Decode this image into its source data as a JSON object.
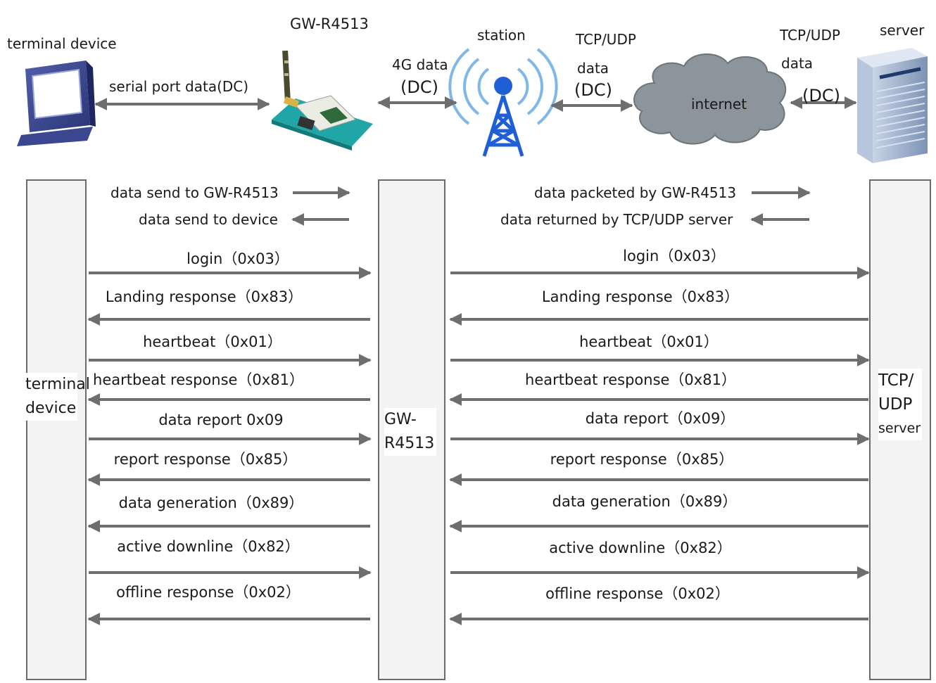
{
  "top": {
    "terminal_label": "terminal device",
    "device_label": "GW-R4513",
    "station_label": "station",
    "server_label": "server",
    "internet_label": "internet",
    "link1": {
      "line1": "serial port data(DC)"
    },
    "link2": {
      "line1": "4G data",
      "line2": "(DC)"
    },
    "link3": {
      "line1": "TCP/UDP",
      "line2": "data",
      "line3": "(DC)"
    },
    "link4": {
      "line1": "TCP/UDP",
      "line2": "data",
      "line3": "(DC)"
    }
  },
  "legend": {
    "left_send": "data send to GW-R4513",
    "left_return": "data send to device",
    "right_send": "data packeted by GW-R4513",
    "right_return": "data returned by TCP/UDP server"
  },
  "lanes": {
    "terminal": {
      "line1": "terminal",
      "line2": "device"
    },
    "gateway": {
      "line1": "GW-",
      "line2": "R4513"
    },
    "server": {
      "line1": "TCP/",
      "line2": "UDP",
      "line3": "server"
    }
  },
  "messages_left": [
    {
      "label": "login（0x03）",
      "dir": "right"
    },
    {
      "label": "Landing response（0x83）",
      "dir": "left"
    },
    {
      "label": "heartbeat（0x01）",
      "dir": "right"
    },
    {
      "label": "heartbeat response（0x81）",
      "dir": "left"
    },
    {
      "label": "data report  0x09",
      "dir": "right"
    },
    {
      "label": "report response（0x85）",
      "dir": "left"
    },
    {
      "label": "data generation（0x89）",
      "dir": "left"
    },
    {
      "label": "active downline（0x82）",
      "dir": "right"
    },
    {
      "label": "offline response（0x02）",
      "dir": "left"
    }
  ],
  "messages_right": [
    {
      "label": "login（0x03）",
      "dir": "right"
    },
    {
      "label": "Landing response（0x83）",
      "dir": "left"
    },
    {
      "label": "heartbeat（0x01）",
      "dir": "right"
    },
    {
      "label": "heartbeat response（0x81）",
      "dir": "left"
    },
    {
      "label": "data report（0x09）",
      "dir": "right"
    },
    {
      "label": "report response（0x85）",
      "dir": "left"
    },
    {
      "label": "data generation（0x89）",
      "dir": "left"
    },
    {
      "label": "active downline（0x82）",
      "dir": "right"
    },
    {
      "label": "offline response（0x02）",
      "dir": "left"
    }
  ],
  "colors": {
    "arrow": "#6e6e6e",
    "lane_fill": "#f3f3f3",
    "lane_stroke": "#6a6a6a",
    "cloud": "#8c959c",
    "tower": "#1f5fd6"
  }
}
